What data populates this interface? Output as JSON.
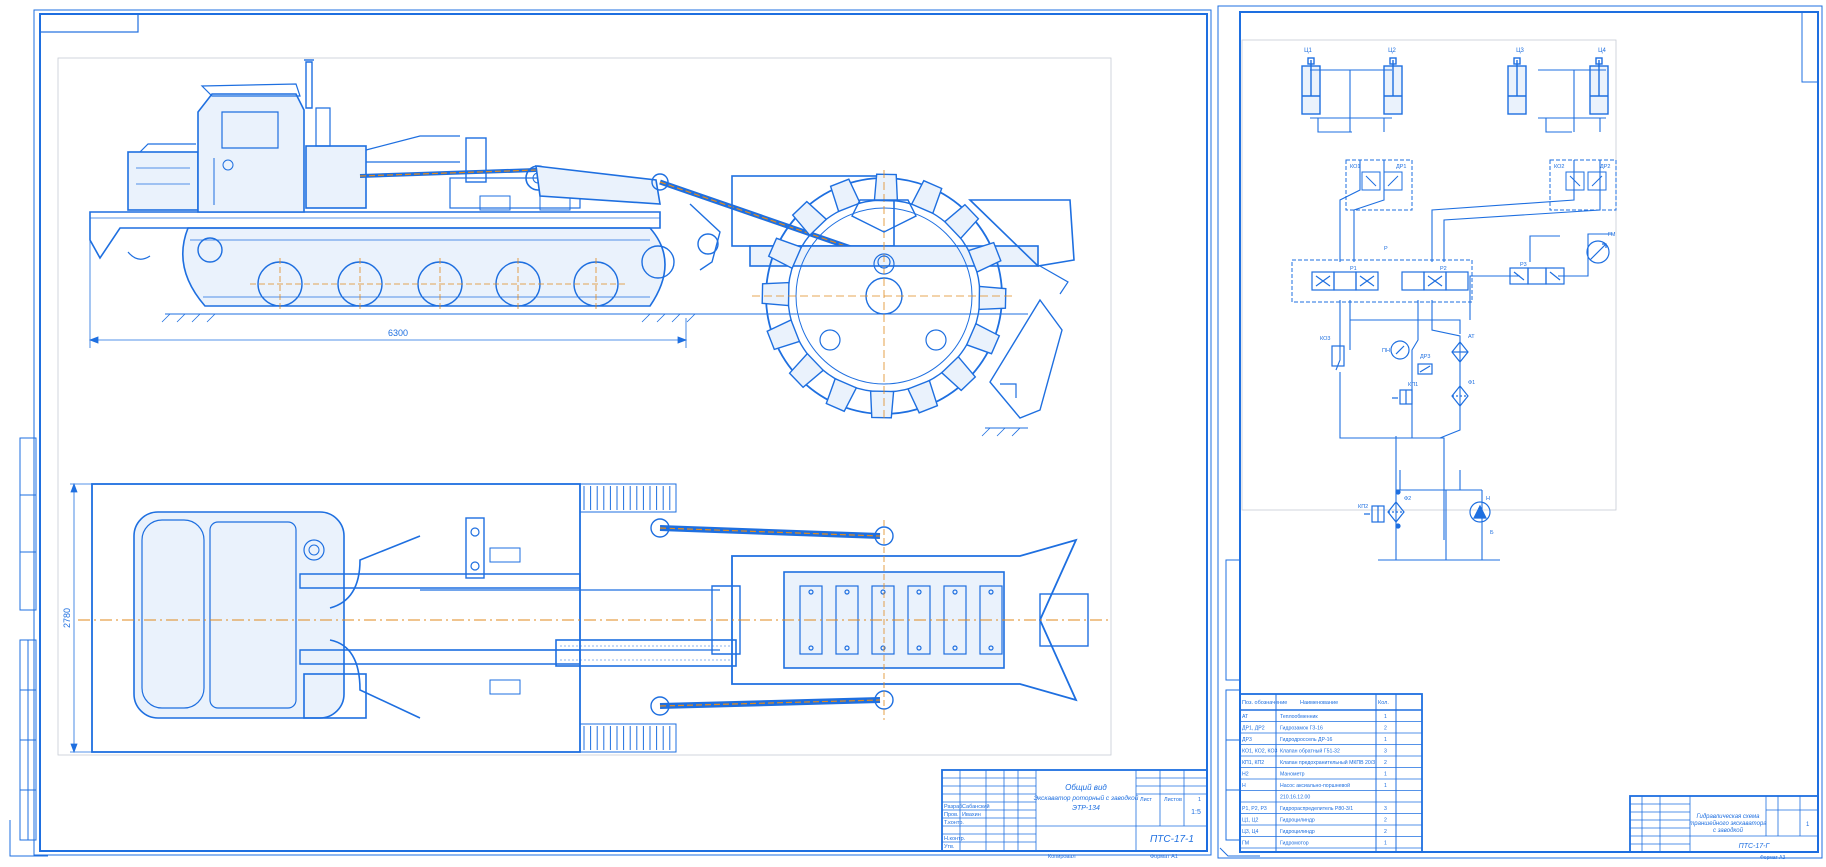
{
  "colors": {
    "line": "#1e6fe0",
    "axis": "#e08a1e",
    "fill": "#eaf2fc",
    "paper": "#ffffff"
  },
  "sheet1": {
    "dimension_length": "6300",
    "dimension_width": "2780",
    "title_block": {
      "title_line1": "Общий вид",
      "title_line2": "Экскаватор роторный с заводкой",
      "title_line3": "ЭТР-134",
      "doc_code": "ПТС-17-1",
      "mass": "1:5",
      "sheet_label": "Лист",
      "sheets_label": "Листов",
      "sheets_count": "1",
      "row_labels": [
        "Разраб.",
        "Пров.",
        "Т.контр.",
        "Н.контр.",
        "Утв."
      ],
      "name_cells": [
        "Сабанский",
        "Ивахин",
        "",
        "",
        ""
      ],
      "format_label": "Формат А1",
      "copy_label": "Копировал"
    }
  },
  "sheet2": {
    "cylinders": [
      "Ц1",
      "Ц2",
      "Ц3",
      "Ц4"
    ],
    "locks": [
      "КО1",
      "ДР1",
      "КО2",
      "ДР2"
    ],
    "distributor_group": "Р",
    "distributors": [
      "Р1",
      "Р2",
      "Р3"
    ],
    "labels": {
      "check_valve": "КО3",
      "gauge": "ПН",
      "throttle": "ДР3",
      "heat_exchanger": "АТ",
      "relief_valve": "КП1",
      "filter": "Ф1",
      "relief_valve_2": "КП2",
      "filter_2": "Ф2",
      "pump": "Н",
      "tank": "Б",
      "motor": "ГМ"
    },
    "spec_headers": [
      "Поз. обозначение",
      "Наименование",
      "Кол."
    ],
    "spec_rows": [
      [
        "АТ",
        "Теплообменник",
        "1"
      ],
      [
        "ДР1, ДР2",
        "Гидрозамок ГЗ-16",
        "2"
      ],
      [
        "ДР3",
        "Гидродроссель ДР-16",
        "1"
      ],
      [
        "КО1, КО2, КО3",
        "Клапан обратный Г51-32",
        "3"
      ],
      [
        "КП1, КП2",
        "Клапан предохранительный МКПВ 20/3",
        "2"
      ],
      [
        "Н2",
        "Манометр",
        "1"
      ],
      [
        "Н",
        "Насос аксиально-поршневой",
        "1"
      ],
      [
        "",
        "210.16.12.00",
        ""
      ],
      [
        "Р1, Р2, Р3",
        "Гидрораспределитель Р80-3/1",
        "3"
      ],
      [
        "Ц1, Ц2",
        "Гидроцилиндр",
        "2"
      ],
      [
        "Ц3, Ц4",
        "Гидроцилиндр",
        "2"
      ],
      [
        "ГМ",
        "Гидромотор",
        "1"
      ]
    ],
    "title_block": {
      "title_line1": "Гидравлическая схема",
      "title_line2": "траншейного экскаватора",
      "title_line3": "с заводкой",
      "doc_code": "ПТС-17-Г",
      "sheet_num": "1",
      "format_label": "Формат А3"
    }
  }
}
